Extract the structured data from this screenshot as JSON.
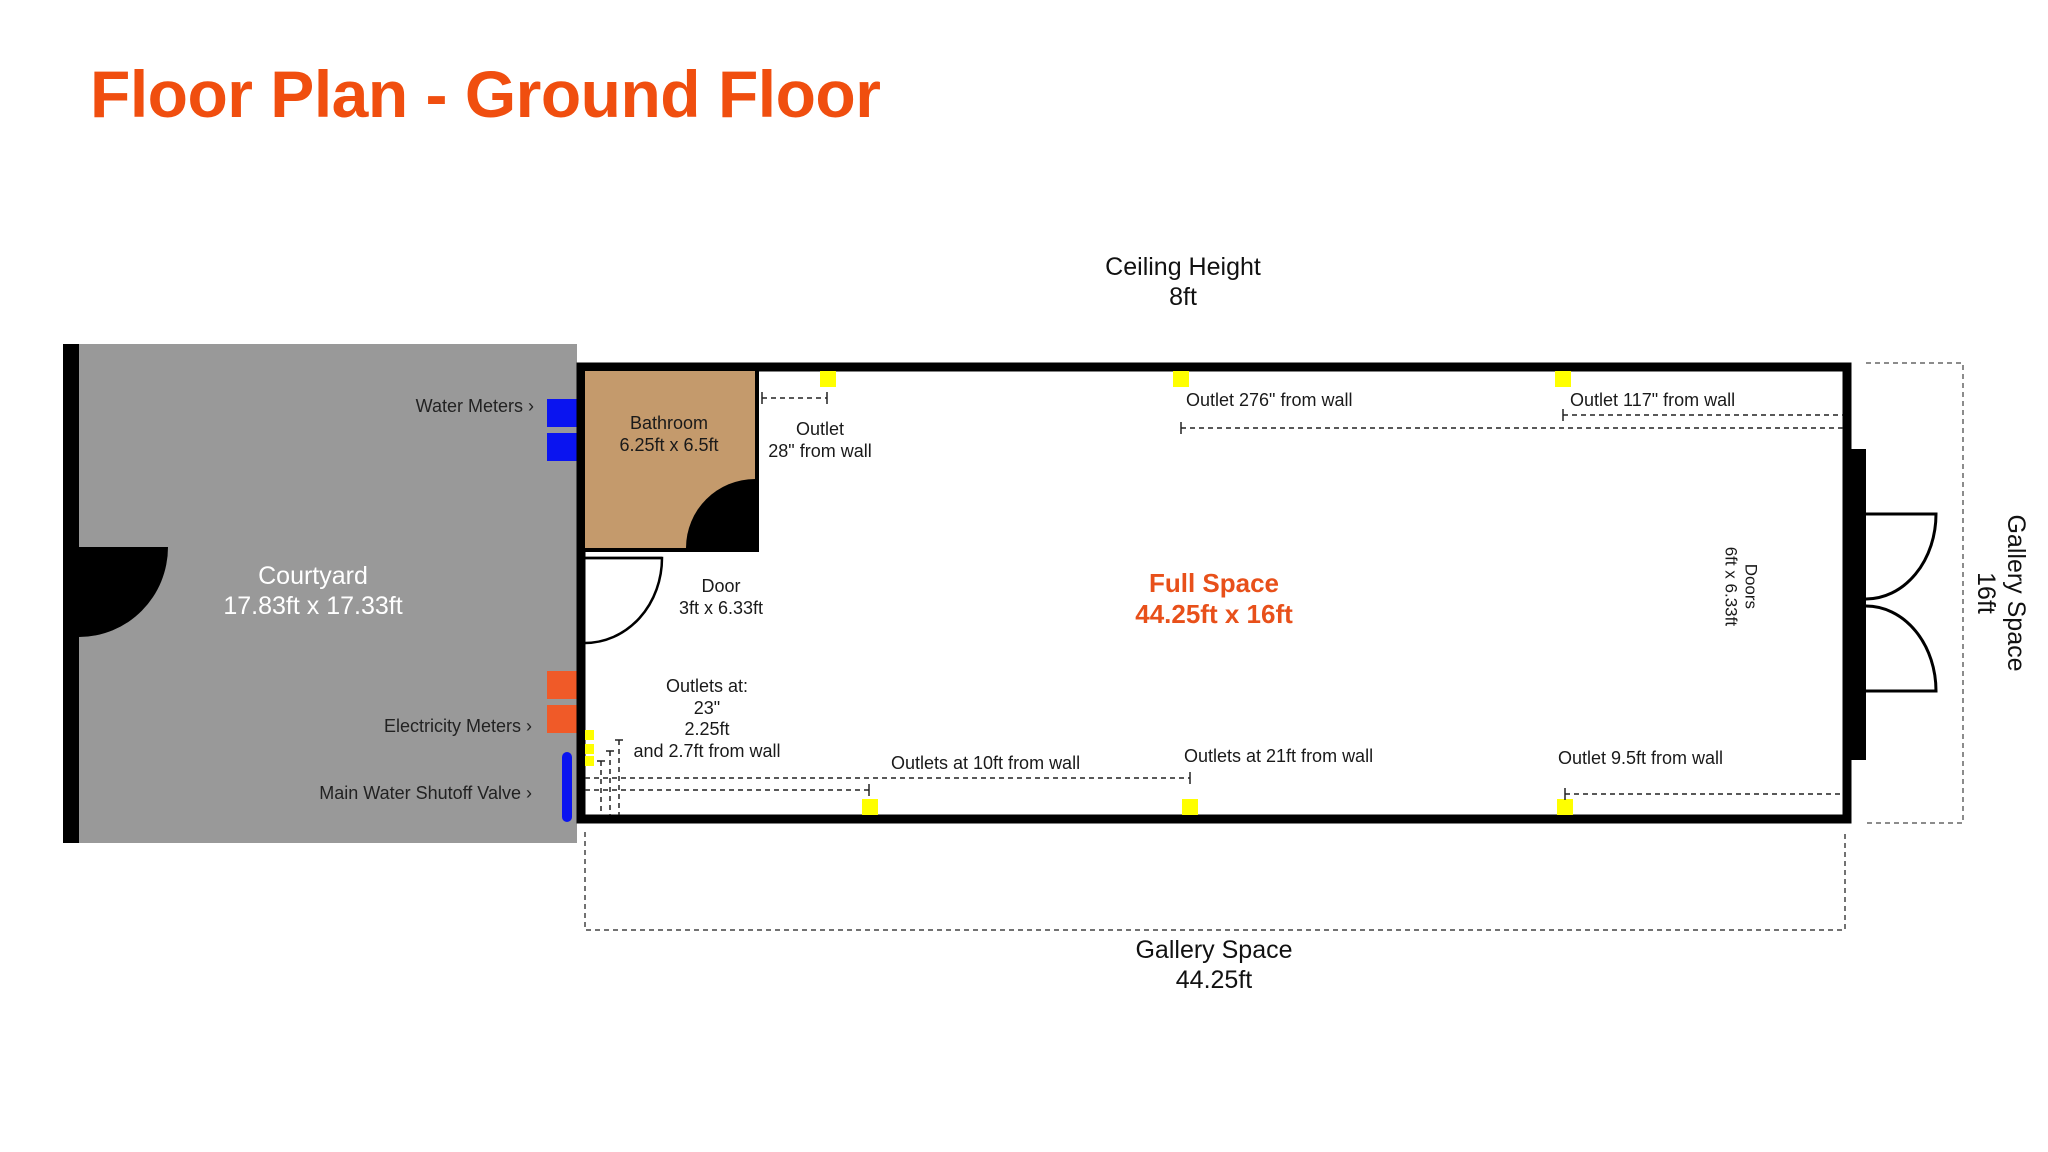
{
  "title": "Floor Plan - Ground Floor",
  "colors": {
    "title": "#F04E0F",
    "full_space_label": "#E8501A",
    "courtyard_fill": "#999999",
    "bathroom_fill": "#C49A6C",
    "water_meter": "#0A14F0",
    "electricity_meter": "#F05A28",
    "outlet": "#FFFF00",
    "wall": "#000000"
  },
  "ceiling": {
    "label": "Ceiling Height",
    "value": "8ft"
  },
  "courtyard": {
    "name": "Courtyard",
    "dimensions": "17.83ft x 17.33ft"
  },
  "bathroom": {
    "name": "Bathroom",
    "dimensions": "6.25ft x 6.5ft"
  },
  "side_door": {
    "name": "Door",
    "dimensions": "3ft x 6.33ft"
  },
  "front_doors": {
    "name": "Doors",
    "dimensions": "6ft x 6.33ft"
  },
  "full_space": {
    "name": "Full Space",
    "dimensions": "44.25ft x 16ft"
  },
  "gallery_right": {
    "name": "Gallery Space",
    "value": "16ft"
  },
  "gallery_bottom": {
    "name": "Gallery Space",
    "value": "44.25ft"
  },
  "utilities": {
    "water_meters": "Water Meters ›",
    "electricity_meters": "Electricity Meters ›",
    "main_water_shutoff": "Main Water Shutoff Valve ›"
  },
  "outlets": {
    "top_bathroom": {
      "line1": "Outlet",
      "line2": "28\" from wall"
    },
    "top_middle": "Outlet 276\" from wall",
    "top_right": "Outlet 117\" from wall",
    "left_cluster": {
      "line1": "Outlets at:",
      "line2": "23\"",
      "line3": "2.25ft",
      "line4": "and 2.7ft from wall"
    },
    "bottom_10ft": "Outlets at 10ft from wall",
    "bottom_21ft": "Outlets at 21ft from wall",
    "bottom_right": "Outlet 9.5ft from wall"
  }
}
